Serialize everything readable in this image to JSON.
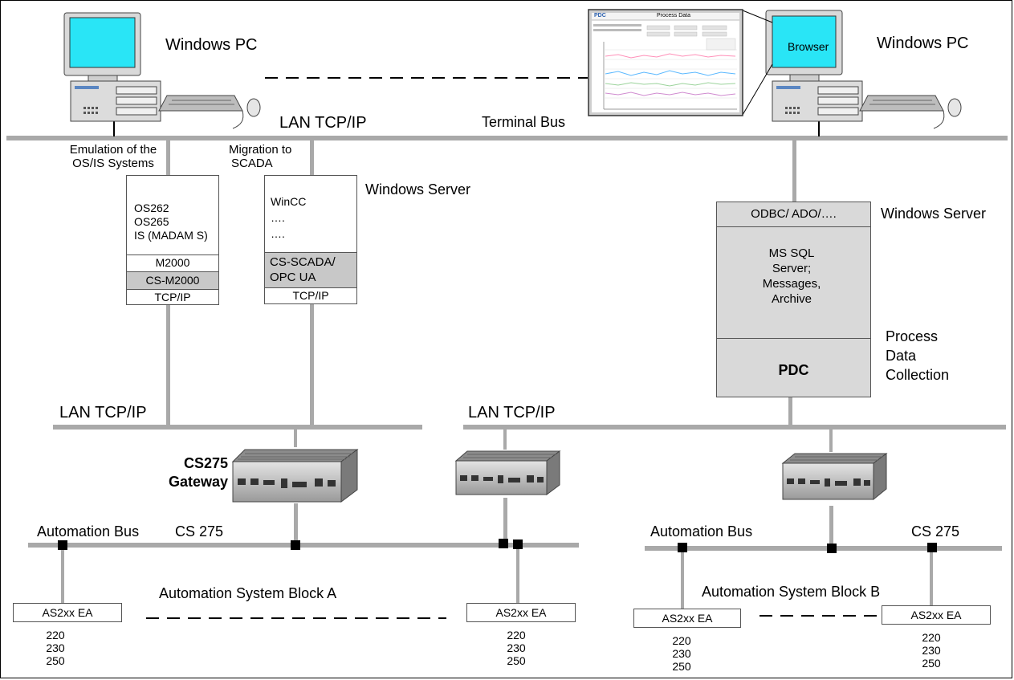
{
  "pc_left": {
    "label": "Windows PC"
  },
  "pc_right": {
    "label": "Windows PC",
    "screen_text": "Browser"
  },
  "pdc_window": {
    "title": "Process Data",
    "logo": "PDC"
  },
  "terminal_network": {
    "lan_label": "LAN TCP/IP",
    "bus_label": "Terminal Bus"
  },
  "emulation": {
    "note_line1": "Emulation of the",
    "note_line2": "OS/IS Systems"
  },
  "migration": {
    "note_line1": "Migration to",
    "note_line2": "SCADA"
  },
  "os_server": {
    "lines": [
      "OS262",
      "OS265",
      "IS (MADAM S)"
    ],
    "layer1": "M2000",
    "layer2": "CS-M2000",
    "layer3": "TCP/IP"
  },
  "scada_server": {
    "title": "Windows Server",
    "lines": [
      "WinCC",
      "….",
      "…."
    ],
    "layer1_line1": "CS-SCADA/",
    "layer1_line2": "OPC UA",
    "layer2": "TCP/IP"
  },
  "db_server": {
    "title": "Windows Server",
    "top_bar": "ODBC/ ADO/….",
    "db_lines": [
      "MS SQL",
      "Server;",
      "Messages,",
      "Archive"
    ],
    "module": "PDC",
    "process_lines": [
      "Process",
      "Data",
      "Collection"
    ]
  },
  "lan_a": {
    "label": "LAN TCP/IP"
  },
  "lan_b": {
    "label": "LAN TCP/IP"
  },
  "gateway": {
    "line1": "CS275",
    "line2": "Gateway"
  },
  "bus_a": {
    "label_left": "Automation Bus",
    "label_right": "CS 275",
    "block_label": "Automation System Block A"
  },
  "bus_b": {
    "label_left": "Automation Bus",
    "label_right": "CS 275",
    "block_label": "Automation System Block B"
  },
  "as_units": [
    {
      "label": "AS2xx EA",
      "values": [
        "220",
        "230",
        "250"
      ]
    },
    {
      "label": "AS2xx EA",
      "values": [
        "220",
        "230",
        "250"
      ]
    },
    {
      "label": "AS2xx EA",
      "values": [
        "220",
        "230",
        "250"
      ]
    },
    {
      "label": "AS2xx EA",
      "values": [
        "220",
        "230",
        "250"
      ]
    }
  ],
  "colors": {
    "line": "#a9a9a9",
    "screen": "#29e5f6",
    "panel": "#d9d9d9",
    "grey_layer": "#c8c8c8",
    "db_blue": "#bfe6f7"
  }
}
